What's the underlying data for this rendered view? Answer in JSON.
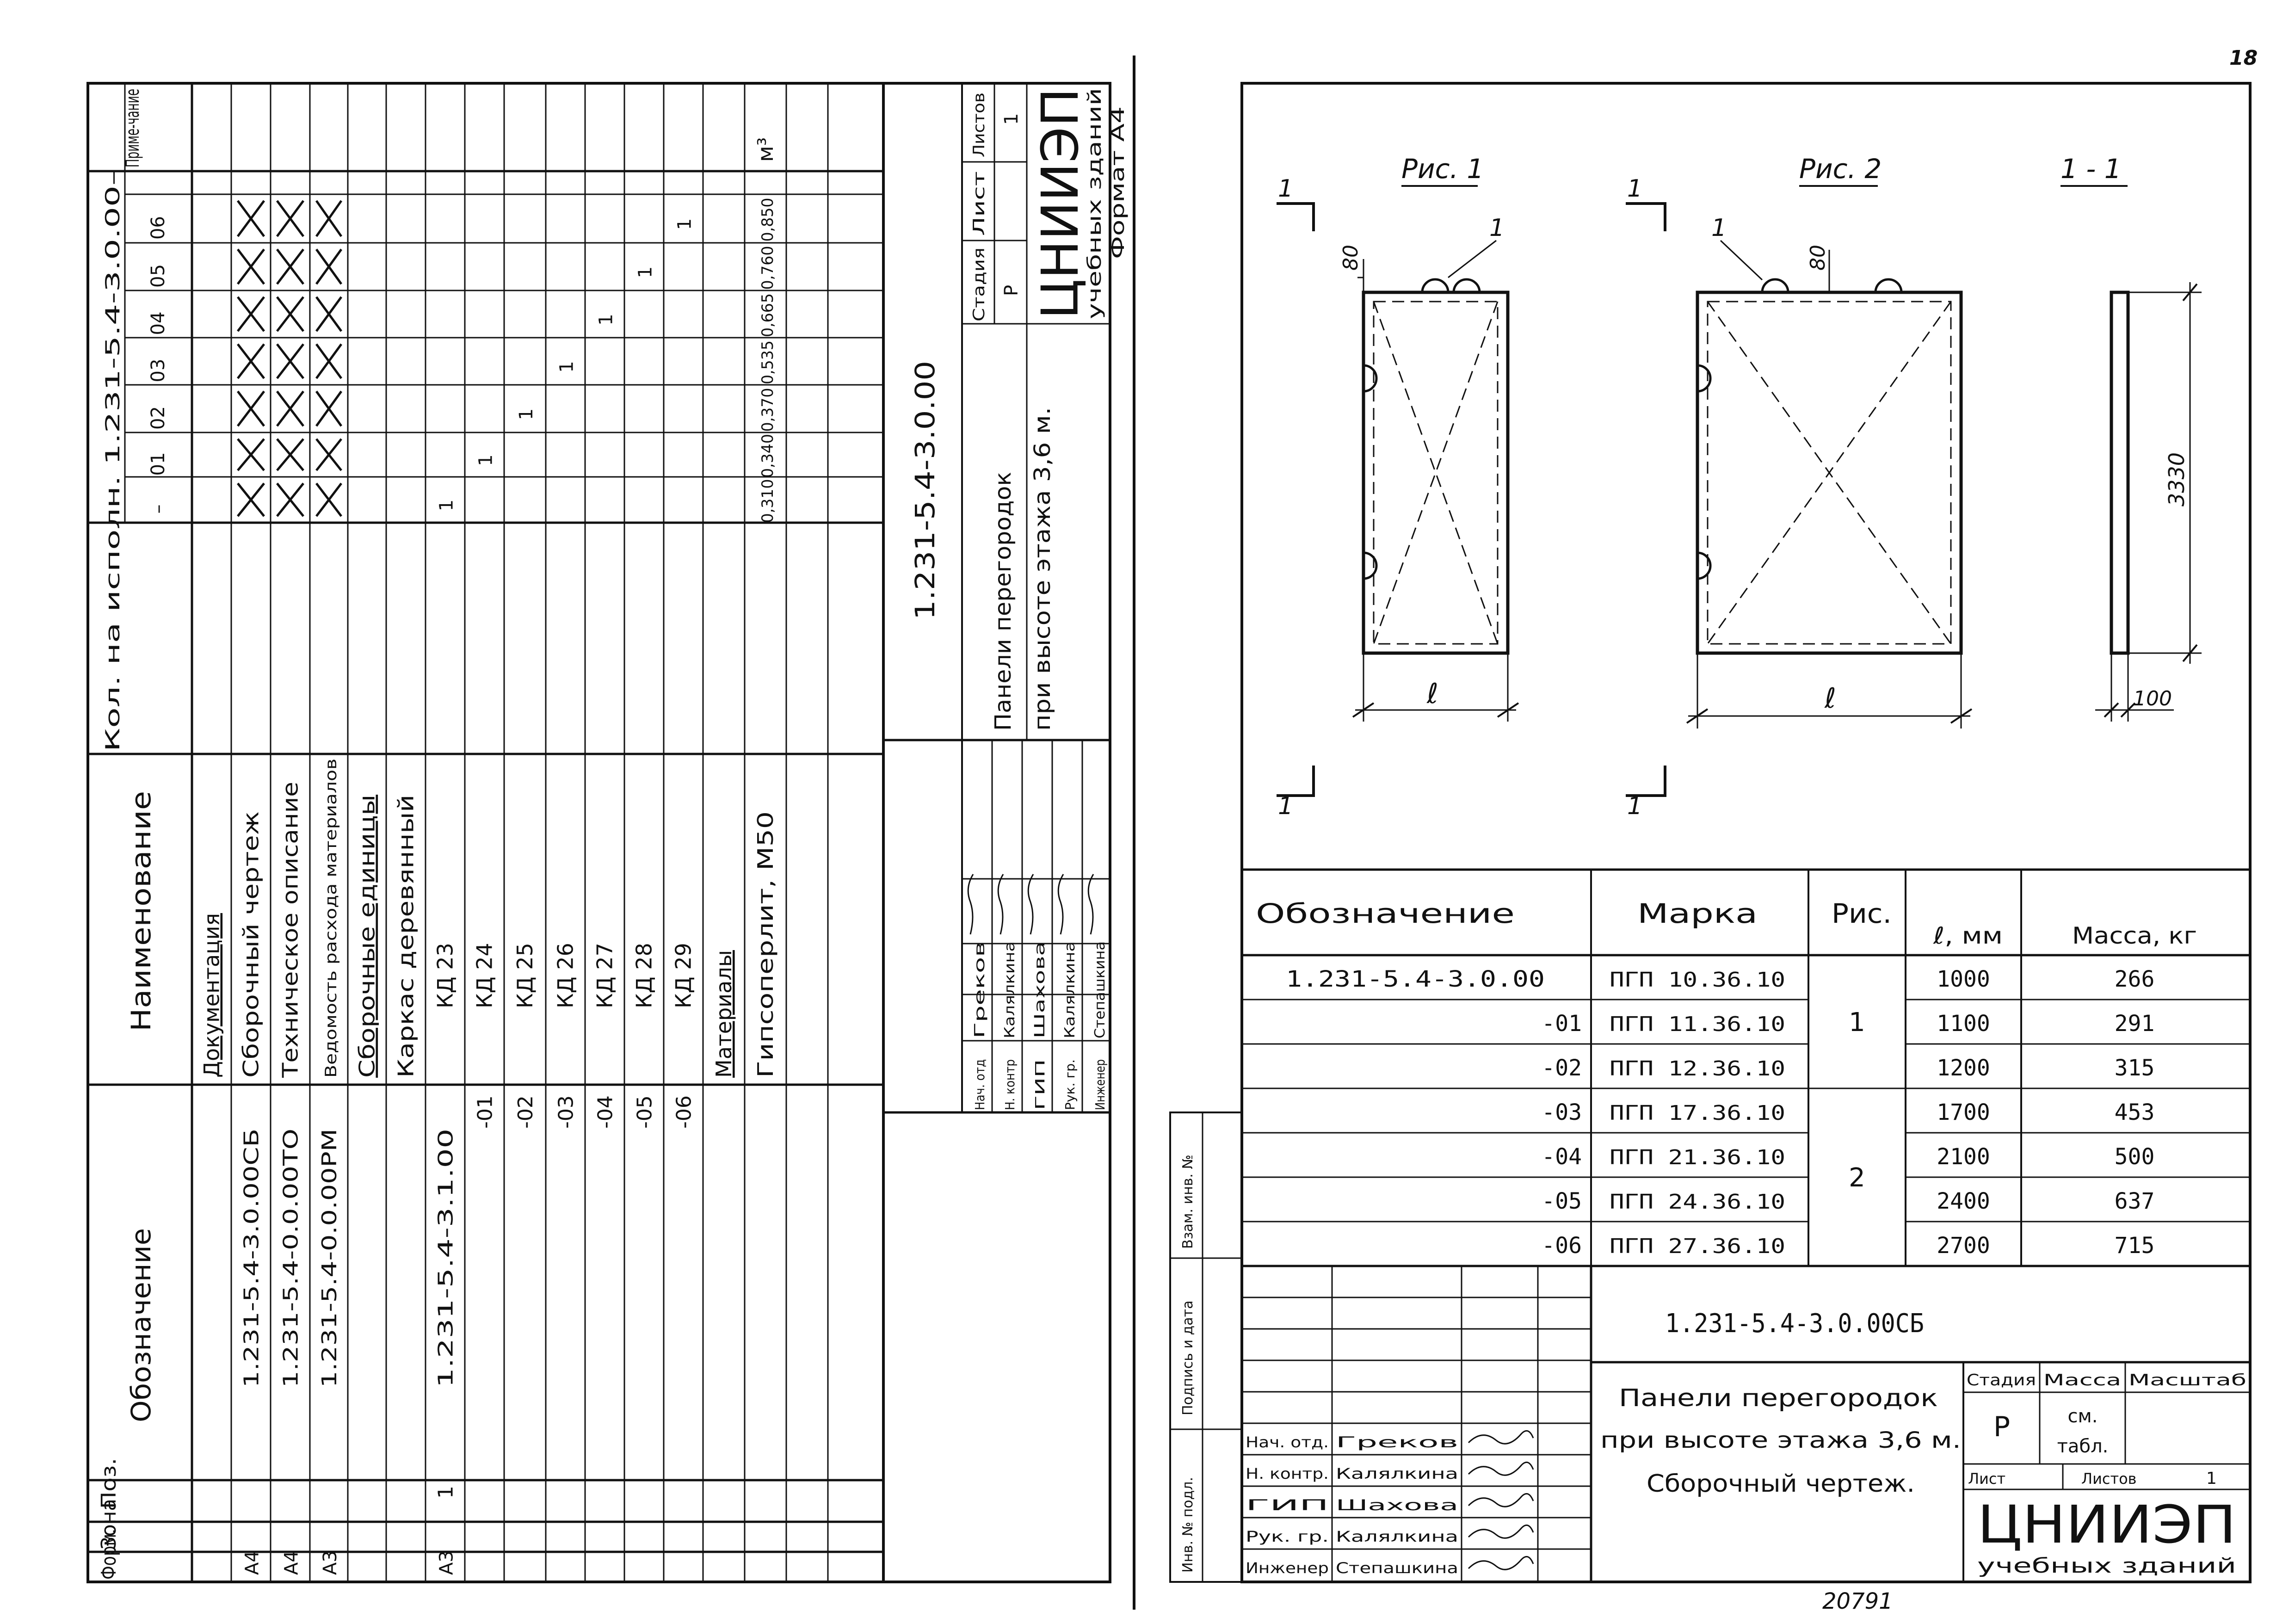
{
  "page_number": "18",
  "bottom_code": "20791",
  "left_sheet": {
    "columns": {
      "format": "Форм.",
      "zone": "Зона",
      "pos": "Поз.",
      "designation": "Обозначение",
      "name": "Наименование",
      "qty_header": "Кол. на исполн. 1.231-5.4-3.0.00–",
      "variants": [
        "–",
        "01",
        "02",
        "03",
        "04",
        "05",
        "06"
      ],
      "note": "Приме-чание"
    },
    "rows": [
      {
        "format": "",
        "designation": "",
        "name": "Документация",
        "marks": [
          "",
          "",
          "",
          "",
          "",
          "",
          ""
        ],
        "note": "",
        "style": "heading"
      },
      {
        "format": "А4",
        "designation": "1.231-5.4-3.0.00СБ",
        "name": "Сборочный чертеж",
        "marks": [
          "X",
          "X",
          "X",
          "X",
          "X",
          "X",
          "X"
        ],
        "note": "",
        "style": "row"
      },
      {
        "format": "А4",
        "designation": "1.231-5.4-0.0.00ТО",
        "name": "Техническое описание",
        "marks": [
          "X",
          "X",
          "X",
          "X",
          "X",
          "X",
          "X"
        ],
        "note": "",
        "style": "row"
      },
      {
        "format": "А3",
        "designation": "1.231-5.4-0.0.00РМ",
        "name": "Ведомость расхода материалов",
        "marks": [
          "X",
          "X",
          "X",
          "X",
          "X",
          "X",
          "X"
        ],
        "note": "",
        "style": "row-small"
      },
      {
        "format": "",
        "designation": "",
        "name": "Сборочные единицы",
        "marks": [
          "",
          "",
          "",
          "",
          "",
          "",
          ""
        ],
        "note": "",
        "style": "heading"
      },
      {
        "format": "",
        "designation": "",
        "name": "Каркас деревянный",
        "marks": [
          "",
          "",
          "",
          "",
          "",
          "",
          ""
        ],
        "note": "",
        "style": "row"
      },
      {
        "format": "А3",
        "pos": "1",
        "designation": "1.231-5.4-3.1.00",
        "name": "КД 23",
        "marks": [
          "1",
          "",
          "",
          "",
          "",
          "",
          ""
        ],
        "note": "",
        "style": "row"
      },
      {
        "format": "",
        "designation": "-01",
        "name": "КД 24",
        "marks": [
          "",
          "1",
          "",
          "",
          "",
          "",
          ""
        ],
        "note": "",
        "style": "row"
      },
      {
        "format": "",
        "designation": "-02",
        "name": "КД 25",
        "marks": [
          "",
          "",
          "1",
          "",
          "",
          "",
          ""
        ],
        "note": "",
        "style": "row"
      },
      {
        "format": "",
        "designation": "-03",
        "name": "КД 26",
        "marks": [
          "",
          "",
          "",
          "1",
          "",
          "",
          ""
        ],
        "note": "",
        "style": "row"
      },
      {
        "format": "",
        "designation": "-04",
        "name": "КД 27",
        "marks": [
          "",
          "",
          "",
          "",
          "1",
          "",
          ""
        ],
        "note": "",
        "style": "row"
      },
      {
        "format": "",
        "designation": "-05",
        "name": "КД 28",
        "marks": [
          "",
          "",
          "",
          "",
          "",
          "1",
          ""
        ],
        "note": "",
        "style": "row"
      },
      {
        "format": "",
        "designation": "-06",
        "name": "КД 29",
        "marks": [
          "",
          "",
          "",
          "",
          "",
          "",
          "1"
        ],
        "note": "",
        "style": "row"
      },
      {
        "format": "",
        "designation": "",
        "name": "Материалы",
        "marks": [
          "",
          "",
          "",
          "",
          "",
          "",
          ""
        ],
        "note": "",
        "style": "heading"
      },
      {
        "format": "",
        "designation": "",
        "name": "Гипсоперлит, М50",
        "marks": [
          "0,310",
          "0,340",
          "0,370",
          "0,535",
          "0,665",
          "0,760",
          "0,850"
        ],
        "note": "м³",
        "style": "row"
      }
    ],
    "title_block": {
      "code": "1.231-5.4-3.0.00",
      "title_line1": "Панели перегородок",
      "title_line2": "при высоте этажа 3,6 м.",
      "stage_label": "Стадия",
      "stage": "Р",
      "sheet_label": "Лист",
      "sheets_label": "Листов",
      "sheets": "1",
      "org_line1": "ЦНИИЭП",
      "org_line2": "учебных зданий",
      "format": "Формат А4",
      "signatures": [
        {
          "role": "Нач. отд",
          "name": "Греков"
        },
        {
          "role": "Н. контр",
          "name": "Калялкина"
        },
        {
          "role": "ГИП",
          "name": "Шахова"
        },
        {
          "role": "Рук. гр.",
          "name": "Калялкина"
        },
        {
          "role": "Инженер",
          "name": "Степашкина"
        }
      ]
    }
  },
  "right_sheet": {
    "figures": {
      "fig1_label": "Рис. 1",
      "fig2_label": "Рис. 2",
      "section_label": "1 - 1",
      "section_mark": "1",
      "callout": "1",
      "dim_80": "80",
      "dim_l": "ℓ",
      "dim_3330": "3330",
      "dim_100": "100"
    },
    "table": {
      "headers": [
        "Обозначение",
        "Марка",
        "Рис.",
        "ℓ, мм",
        "Масса, кг"
      ],
      "rows": [
        {
          "designation": "1.231-5.4-3.0.00",
          "mark": "ПГП 10.36.10",
          "fig": "",
          "l": "1000",
          "mass": "266"
        },
        {
          "designation": "-01",
          "mark": "ПГП 11.36.10",
          "fig": "1",
          "l": "1100",
          "mass": "291"
        },
        {
          "designation": "-02",
          "mark": "ПГП 12.36.10",
          "fig": "",
          "l": "1200",
          "mass": "315"
        },
        {
          "designation": "-03",
          "mark": "ПГП 17.36.10",
          "fig": "",
          "l": "1700",
          "mass": "453"
        },
        {
          "designation": "-04",
          "mark": "ПГП 21.36.10",
          "fig": "",
          "l": "2100",
          "mass": "500"
        },
        {
          "designation": "-05",
          "mark": "ПГП 24.36.10",
          "fig": "2",
          "l": "2400",
          "mass": "637"
        },
        {
          "designation": "-06",
          "mark": "ПГП 27.36.10",
          "fig": "",
          "l": "2700",
          "mass": "715"
        }
      ]
    },
    "title_block": {
      "code": "1.231-5.4-3.0.00СБ",
      "title_line1": "Панели перегородок",
      "title_line2": "при высоте этажа 3,6 м.",
      "title_line3": "Сборочный чертеж.",
      "stage_label": "Стадия",
      "mass_label": "Масса",
      "scale_label": "Масштаб",
      "stage": "Р",
      "mass": "см. табл.",
      "sheet_label": "Лист",
      "sheets_label": "Листов",
      "sheets": "1",
      "org_line1": "ЦНИИЭП",
      "org_line2": "учебных зданий",
      "signatures": [
        {
          "role": "Нач. отд.",
          "name": "Греков"
        },
        {
          "role": "Н. контр.",
          "name": "Калялкина"
        },
        {
          "role": "ГИП",
          "name": "Шахова"
        },
        {
          "role": "Рук. гр.",
          "name": "Калялкина"
        },
        {
          "role": "Инженер",
          "name": "Степашкина"
        }
      ]
    },
    "side_stamp": [
      "Инв. № подл.",
      "Подпись и дата",
      "Взам. инв. №"
    ]
  }
}
